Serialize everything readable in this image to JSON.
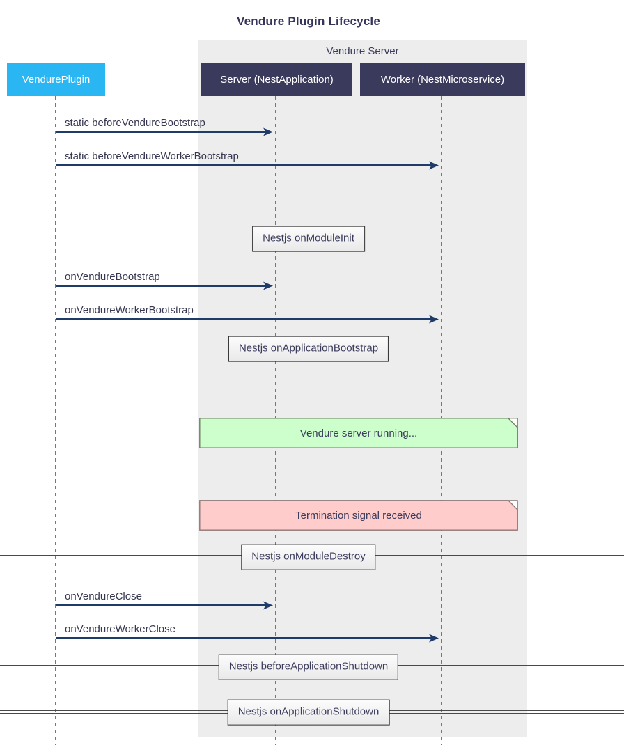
{
  "title": "Vendure Plugin Lifecycle",
  "group": {
    "label": "Vendure Server"
  },
  "participants": [
    {
      "id": "vendure-plugin",
      "label": "VendurePlugin",
      "color": "#29b6f2"
    },
    {
      "id": "server",
      "label": "Server (NestApplication)",
      "color": "#3a3a5c"
    },
    {
      "id": "worker",
      "label": "Worker (NestMicroservice)",
      "color": "#3a3a5c"
    }
  ],
  "messages": [
    {
      "from": "VendurePlugin",
      "to": "Server (NestApplication)",
      "label": "static beforeVendureBootstrap"
    },
    {
      "from": "VendurePlugin",
      "to": "Worker (NestMicroservice)",
      "label": "static beforeVendureWorkerBootstrap"
    },
    {
      "from": "VendurePlugin",
      "to": "Server (NestApplication)",
      "label": "onVendureBootstrap"
    },
    {
      "from": "VendurePlugin",
      "to": "Worker (NestMicroservice)",
      "label": "onVendureWorkerBootstrap"
    },
    {
      "from": "VendurePlugin",
      "to": "Server (NestApplication)",
      "label": "onVendureClose"
    },
    {
      "from": "VendurePlugin",
      "to": "Worker (NestMicroservice)",
      "label": "onVendureWorkerClose"
    }
  ],
  "dividers": [
    {
      "label": "Nestjs onModuleInit"
    },
    {
      "label": "Nestjs onApplicationBootstrap"
    },
    {
      "label": "Nestjs onModuleDestroy"
    },
    {
      "label": "Nestjs beforeApplicationShutdown"
    },
    {
      "label": "Nestjs onApplicationShutdown"
    }
  ],
  "notes": [
    {
      "text": "Vendure server running...",
      "type": "success",
      "fill": "#ccffcc",
      "border": "#6f7f5f"
    },
    {
      "text": "Termination signal received",
      "type": "danger",
      "fill": "#ffcccc",
      "border": "#8f7474"
    }
  ],
  "colors": {
    "accent_cyan": "#29b6f2",
    "participant_dark": "#3a3a5c",
    "arrow_navy": "#1f3b67",
    "lifeline_green": "#3ba23b",
    "group_background": "#ededed",
    "text_dark": "#35355c",
    "note_green_fill": "#ccffcc",
    "note_pink_fill": "#ffcccc"
  }
}
